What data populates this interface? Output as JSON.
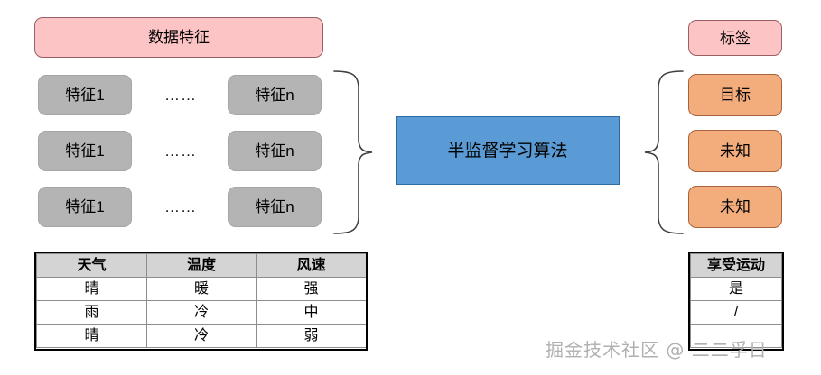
{
  "diagram": {
    "title_box": {
      "label": "数据特征",
      "color": "#fcc4c4"
    },
    "label_box": {
      "label": "标签",
      "color": "#fcc4c4"
    },
    "algorithm_box": {
      "label": "半监督学习算法",
      "color": "#5b9bd5"
    },
    "ellipsis": "……",
    "feature_rows": [
      {
        "first": "特征1",
        "ellipsis": "……",
        "last": "特征n"
      },
      {
        "first": "特征1",
        "ellipsis": "……",
        "last": "特征n"
      },
      {
        "first": "特征1",
        "ellipsis": "……",
        "last": "特征n"
      }
    ],
    "output_boxes": [
      {
        "label": "目标",
        "color": "#f3ad7c"
      },
      {
        "label": "未知",
        "color": "#f3ad7c"
      },
      {
        "label": "未知",
        "color": "#f3ad7c"
      }
    ]
  },
  "feature_table": {
    "headers": [
      "天气",
      "温度",
      "风速"
    ],
    "rows": [
      [
        "晴",
        "暖",
        "强"
      ],
      [
        "雨",
        "冷",
        "中"
      ],
      [
        "晴",
        "冷",
        "弱"
      ]
    ]
  },
  "label_table": {
    "headers": [
      "享受运动"
    ],
    "rows": [
      [
        "是"
      ],
      [
        "/"
      ],
      [
        ""
      ]
    ]
  },
  "watermark": {
    "text": "掘金技术社区 @ 二二孚日"
  }
}
